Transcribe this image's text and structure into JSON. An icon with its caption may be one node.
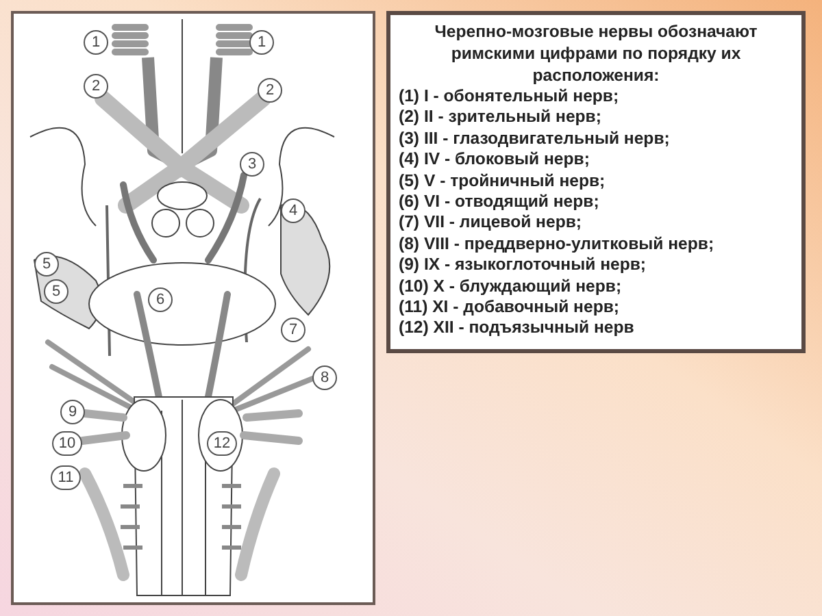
{
  "diagram": {
    "nodes": [
      {
        "text": [
          "Черепно-мозговые нервы обозначают римскими цифрами по порядку их расположения:",
          "(1) I - обонятельный нерв;",
          "(2) II - зрительный нерв;",
          "(3) III - глазодвигательный нерв;",
          "(4) IV - блоковый нерв;",
          "(5) V - тройничный нерв;",
          "(6) VI - отводящий нерв;",
          "(7) VII - лицевой нерв;",
          "(8) VIII - преддверно-улитковый нерв;",
          "(9) IX - языкоглоточный нерв;",
          "(10) X - блуждающий нерв;",
          "(11) XI - добавочный нерв;",
          "(12) XII - подъязычный нерв"
        ]
      }
    ],
    "labels": [
      "1",
      "1",
      "2",
      "2",
      "3",
      "4",
      "5",
      "5",
      "6",
      "7",
      "8",
      "9",
      "10",
      "12",
      "11"
    ]
  }
}
